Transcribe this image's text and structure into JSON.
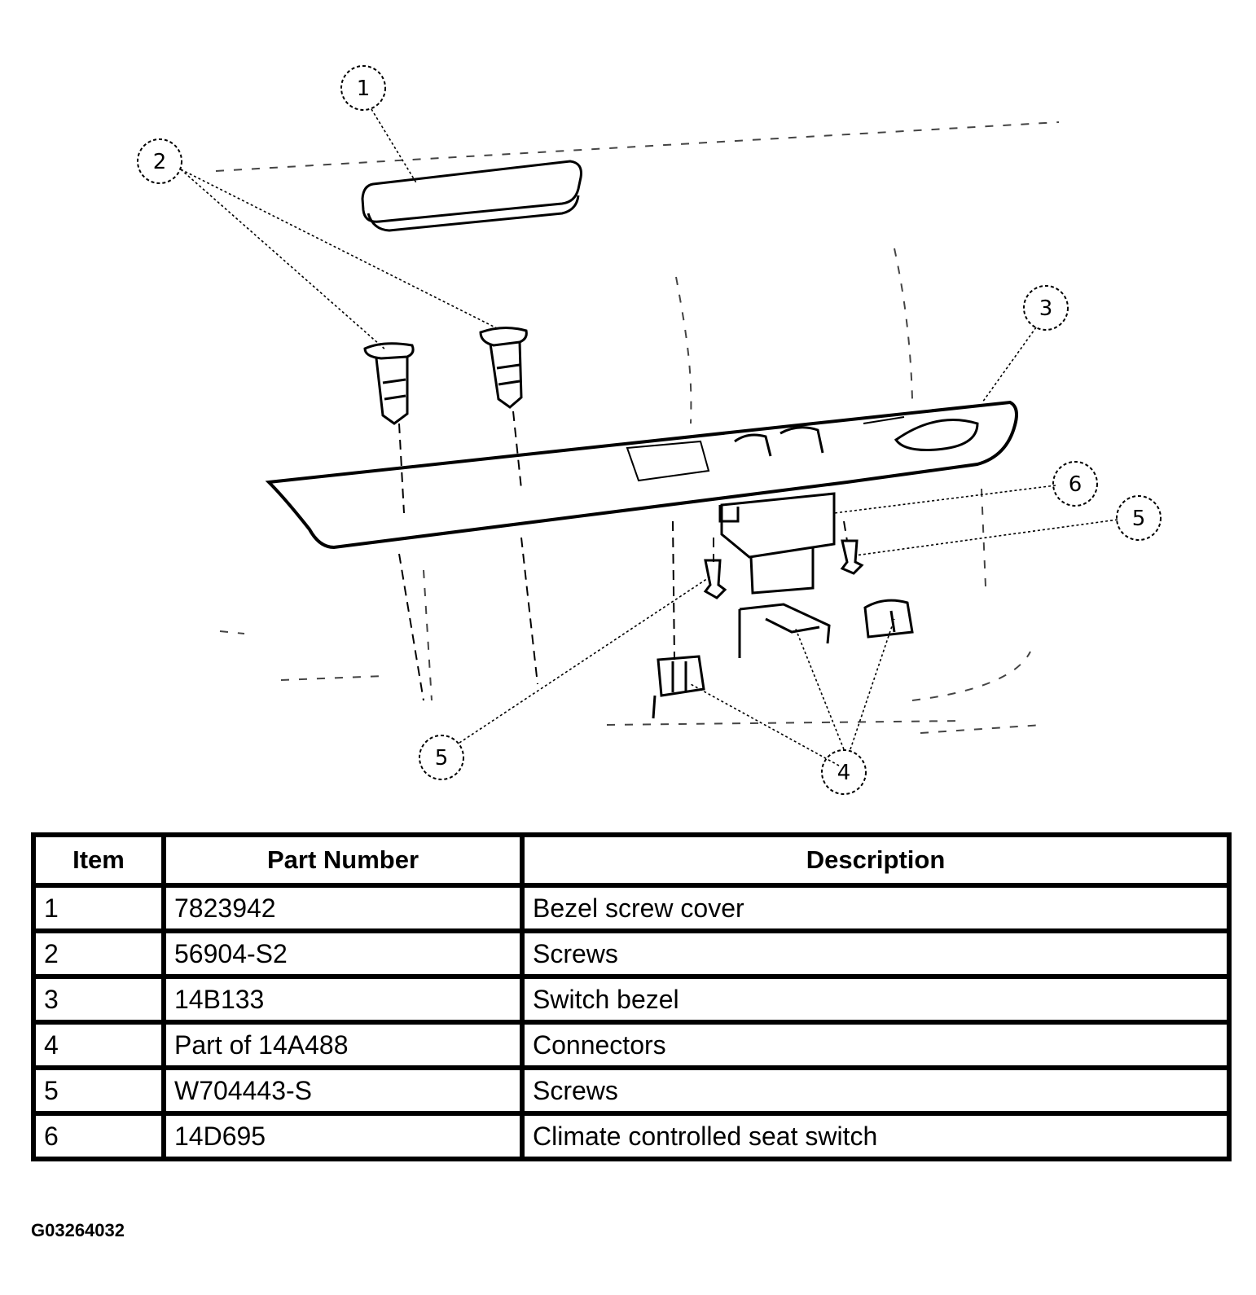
{
  "callouts": {
    "c1": "1",
    "c2": "2",
    "c3": "3",
    "c4": "4",
    "c5a": "5",
    "c5b": "5",
    "c6": "6"
  },
  "table": {
    "headers": {
      "item": "Item",
      "part_number": "Part Number",
      "description": "Description"
    },
    "rows": [
      {
        "item": "1",
        "part_number": "7823942",
        "description": "Bezel screw cover"
      },
      {
        "item": "2",
        "part_number": "56904-S2",
        "description": "Screws"
      },
      {
        "item": "3",
        "part_number": "14B133",
        "description": "Switch bezel"
      },
      {
        "item": "4",
        "part_number": "Part of 14A488",
        "description": "Connectors"
      },
      {
        "item": "5",
        "part_number": "W704443-S",
        "description": "Screws"
      },
      {
        "item": "6",
        "part_number": "14D695",
        "description": "Climate controlled seat switch"
      }
    ]
  },
  "figure_code": "G03264032"
}
